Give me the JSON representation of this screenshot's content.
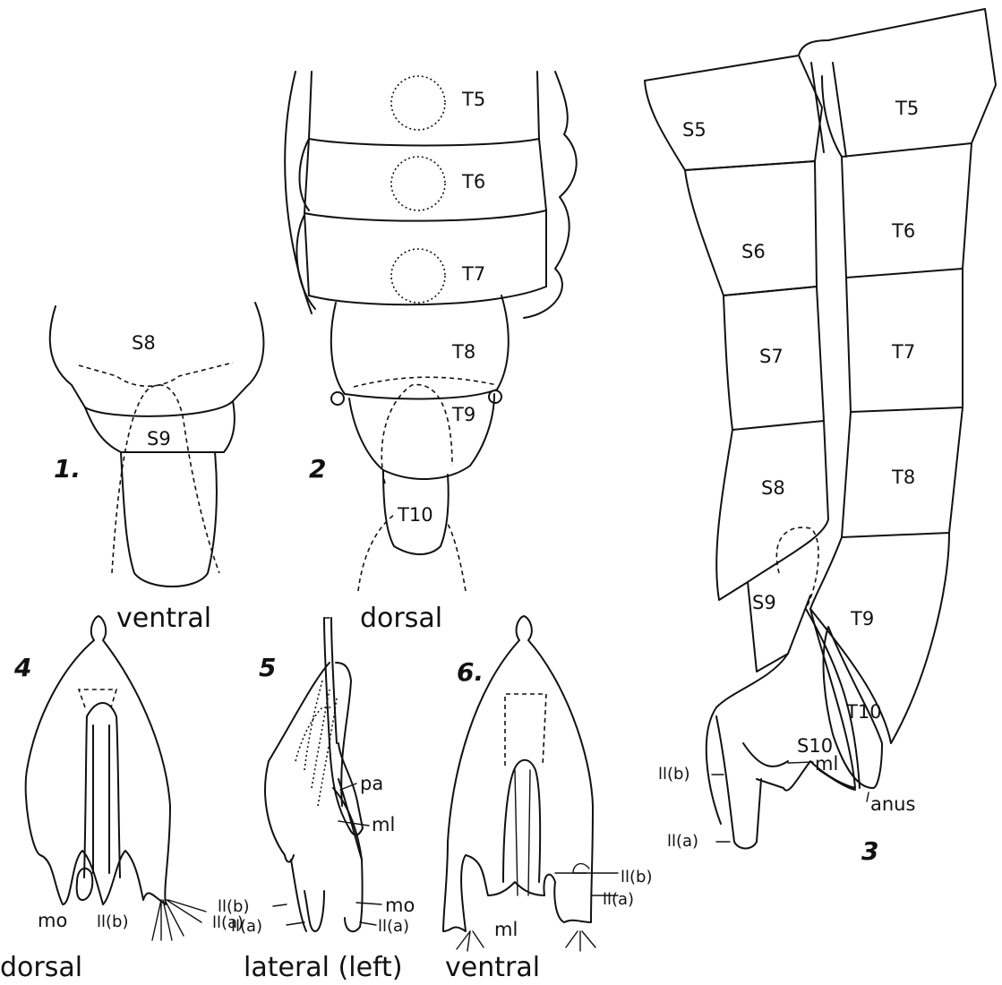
{
  "figures": {
    "fig1": {
      "number": "1.",
      "view": "ventral",
      "labels": {
        "s8": "S8",
        "s9": "S9"
      }
    },
    "fig2": {
      "number": "2",
      "view": "dorsal",
      "labels": {
        "t5": "T5",
        "t6": "T6",
        "t7": "T7",
        "t8": "T8",
        "t9": "T9",
        "t10": "T10"
      }
    },
    "fig3": {
      "number": "3",
      "labels": {
        "s5": "S5",
        "s6": "S6",
        "s7": "S7",
        "s8": "S8",
        "s9": "S9",
        "s10": "S10",
        "t5": "T5",
        "t6": "T6",
        "t7": "T7",
        "t8": "T8",
        "t9": "T9",
        "t10": "T10",
        "anus": "anus",
        "ml": "ml",
        "llb": "ll(b)",
        "lla": "ll(a)"
      }
    },
    "fig4": {
      "number": "4",
      "view": "dorsal",
      "labels": {
        "mo": "mo",
        "llb": "ll(b)",
        "lla": "ll(a)"
      }
    },
    "fig5": {
      "number": "5",
      "view": "lateral (left)",
      "labels": {
        "pa": "pa",
        "ml": "ml",
        "mo": "mo",
        "llb": "ll(b)",
        "lla_left": "ll(a)",
        "lla_right": "ll(a)"
      }
    },
    "fig6": {
      "number": "6.",
      "view": "ventral",
      "labels": {
        "ml": "ml",
        "llb": "ll(b)",
        "lla": "ll(a)"
      }
    }
  }
}
